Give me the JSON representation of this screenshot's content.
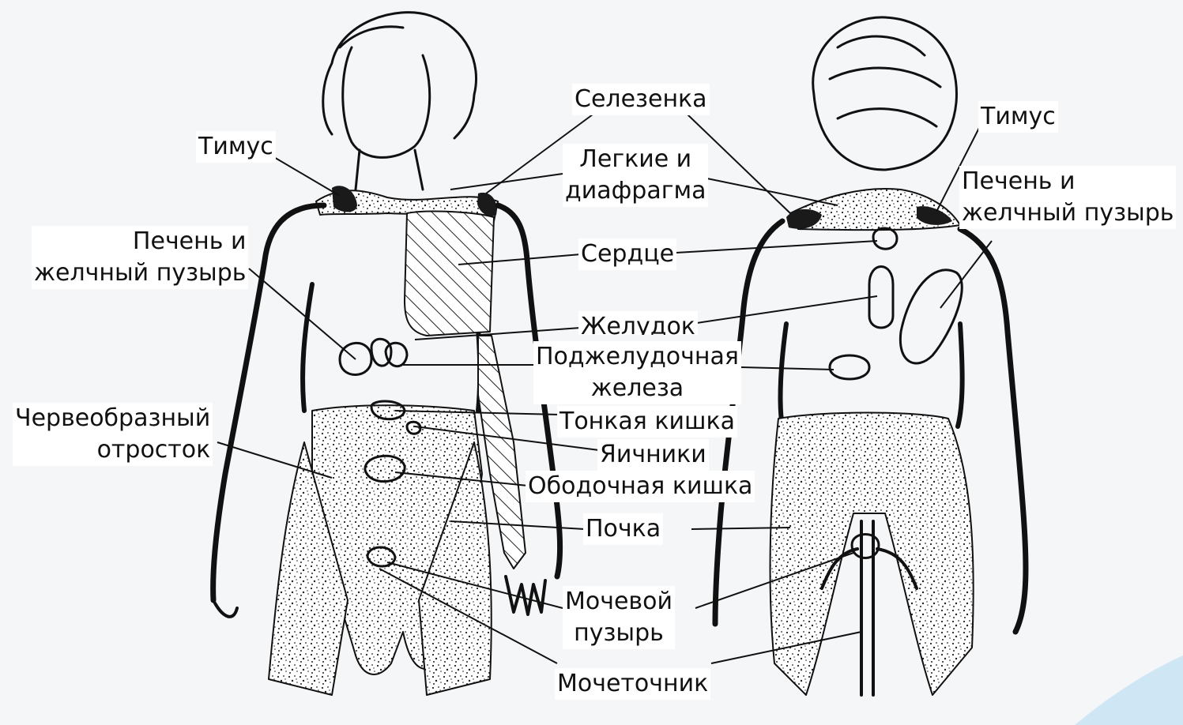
{
  "labels": {
    "spleen": "Селезенка",
    "thymus_left": "Тимус",
    "thymus_right": "Тимус",
    "lungs_line1": "Легкие и",
    "lungs_line2": "диафрагма",
    "liver_left_line1": "Печень и",
    "liver_left_line2": "желчный пузырь",
    "liver_right_line1": "Печень и",
    "liver_right_line2": "желчный пузырь",
    "heart": "Сердце",
    "stomach": "Желудок",
    "pancreas_line1": "Поджелудочная",
    "pancreas_line2": "железа",
    "small_intestine": "Тонкая кишка",
    "ovaries": "Яичники",
    "appendix_line1": "Червеобразный",
    "appendix_line2": "отросток",
    "colon": "Ободочная кишка",
    "kidney": "Почка",
    "bladder_line1": "Мочевой",
    "bladder_line2": "пузырь",
    "ureter": "Мочеточник"
  },
  "colors": {
    "background": "#f4f6f8",
    "ink": "#111111",
    "zone_fill": "#1a1a1a",
    "label_background": "#ffffff",
    "corner_accent": "#cfe6f5"
  }
}
